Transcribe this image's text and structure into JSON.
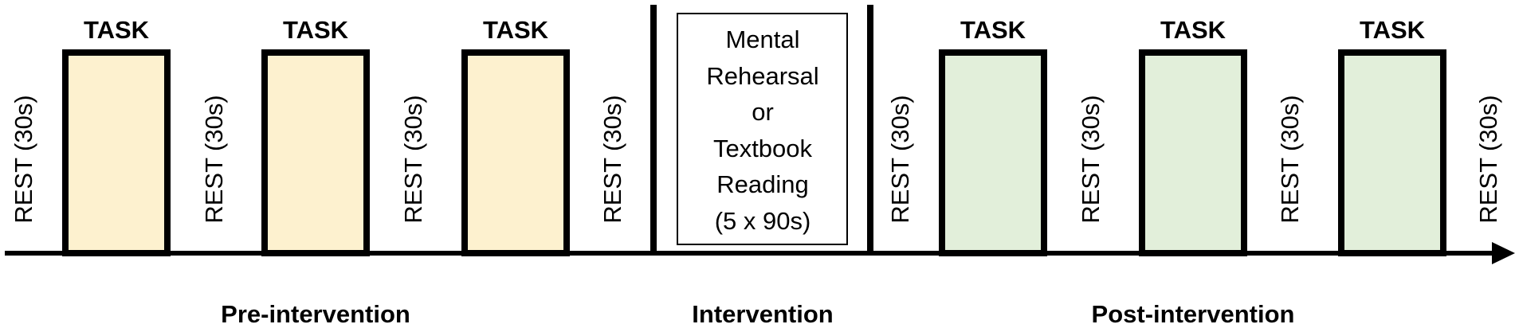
{
  "colors": {
    "pre_fill": "#fdf1cf",
    "post_fill": "#e2efda",
    "stroke": "#000000"
  },
  "pre": {
    "tasks": [
      "TASK",
      "TASK",
      "TASK"
    ],
    "rests": [
      "REST (30s)",
      "REST (30s)",
      "REST (30s)",
      "REST (30s)"
    ],
    "phase_label": "Pre-intervention"
  },
  "intervention": {
    "box_lines": [
      "Mental",
      "Rehearsal",
      "or",
      "Textbook",
      "Reading",
      "(5 x 90s)"
    ],
    "phase_label": "Intervention"
  },
  "post": {
    "tasks": [
      "TASK",
      "TASK",
      "TASK"
    ],
    "rests": [
      "REST (30s)",
      "REST (30s)",
      "REST (30s)",
      "REST (30s)"
    ],
    "phase_label": "Post-intervention"
  }
}
